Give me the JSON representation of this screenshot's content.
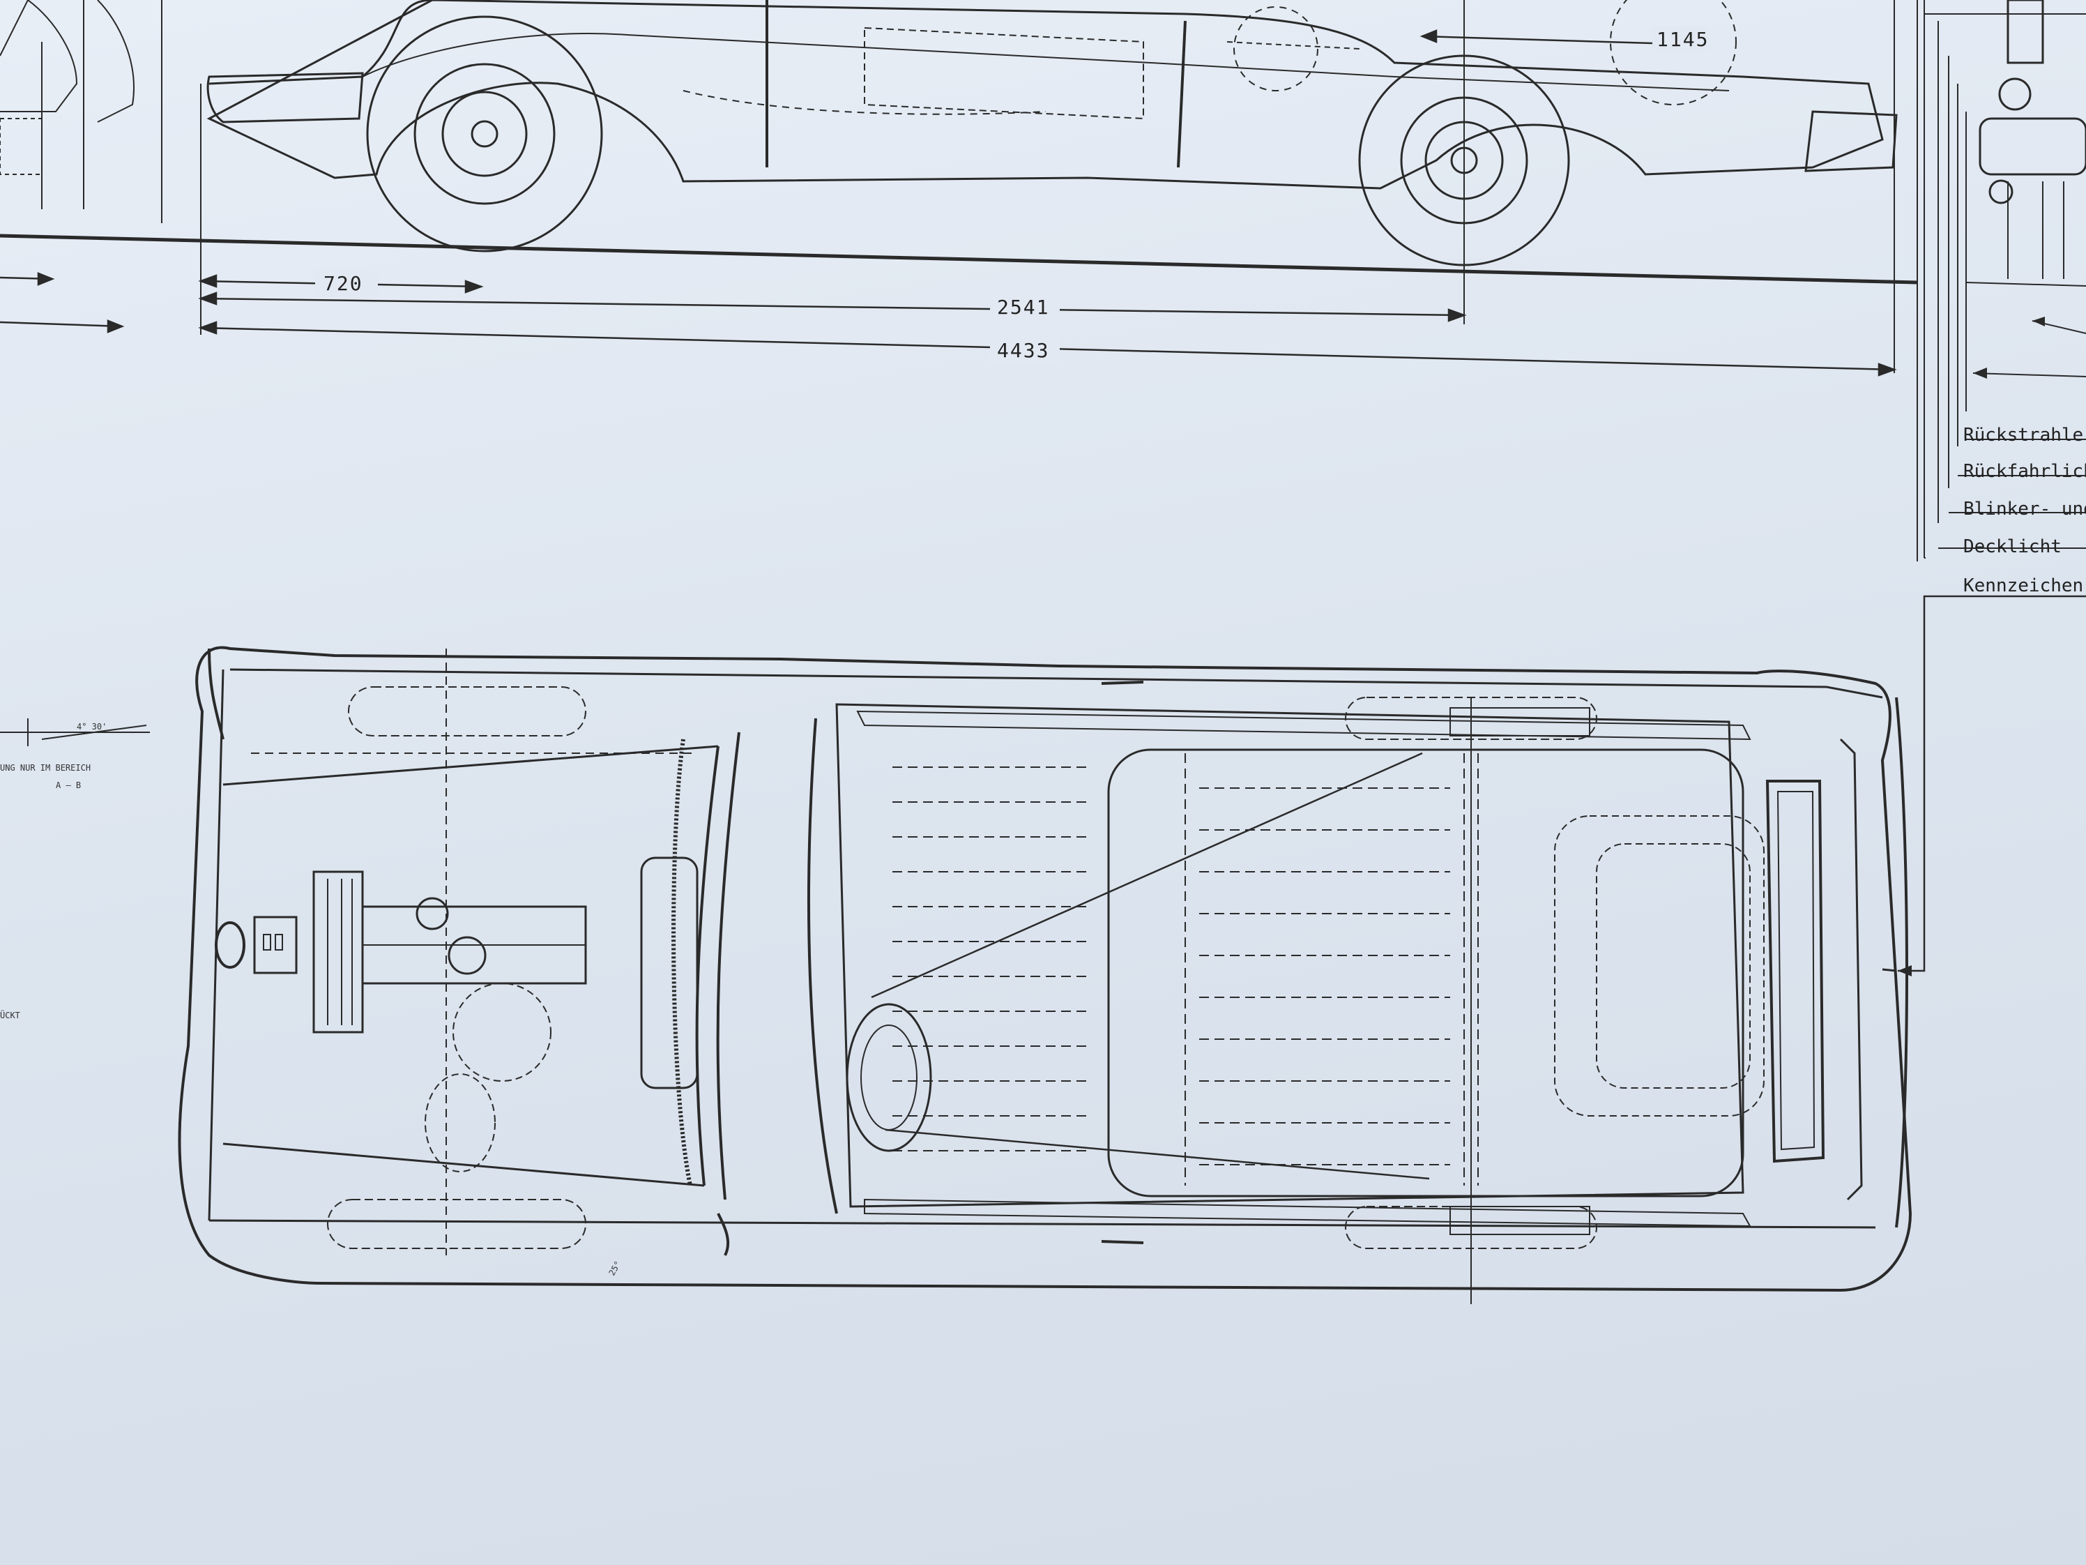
{
  "dimensions": {
    "rear_overhang": "1145",
    "front_overhang": "720",
    "wheelbase": "2541",
    "overall_length": "4433"
  },
  "rear_lights": [
    "Rückstrahler",
    "Rückfahrlicht",
    "Blinker- und",
    "Decklicht",
    "Kennzeichen"
  ],
  "small_annotations": {
    "angle": "4° 30'",
    "note_line1": "UNG NUR IM BEREICH",
    "note_line2": "A – B",
    "left_note": "ÜCKT",
    "angle_bottom": "25°"
  },
  "colors": {
    "ink": "#2a2a2a",
    "paper": "#dfe6f0"
  }
}
